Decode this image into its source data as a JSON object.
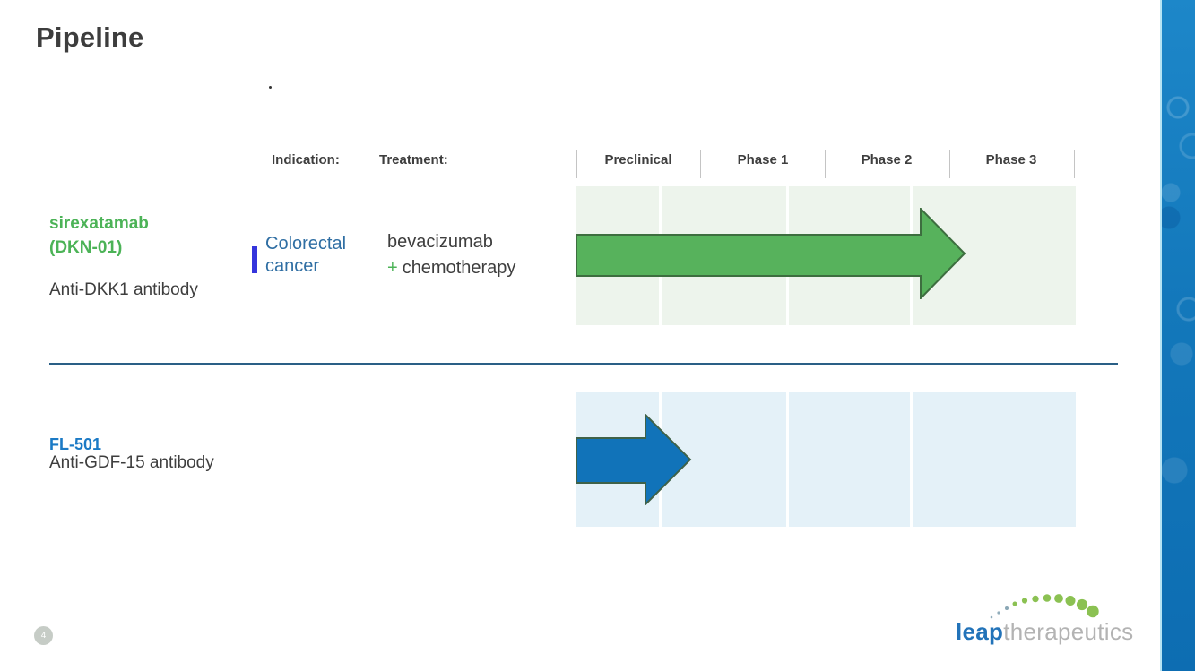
{
  "title": "Pipeline",
  "table": {
    "indication_label": "Indication:",
    "treatment_label": "Treatment:",
    "phases": [
      "Preclinical",
      "Phase 1",
      "Phase 2",
      "Phase 3"
    ]
  },
  "programs": [
    {
      "name_line1": "sirexatamab",
      "name_line2": "(DKN-01)",
      "description": "Anti-DKK1 antibody",
      "indication_line1": "Colorectal",
      "indication_line2": "cancer",
      "treatment_line1": "bevacizumab",
      "treatment_plus": "+",
      "treatment_line2": "chemotherapy",
      "arrow_fill": "#57B25C",
      "arrow_span": {
        "from": "Preclinical",
        "to": "Phase 2"
      }
    },
    {
      "name_line1": "FL-501",
      "description": "Anti-GDF-15 antibody",
      "arrow_fill": "#1173B9",
      "arrow_span": {
        "from": "Preclinical",
        "to": "Preclinical"
      }
    }
  ],
  "footer": {
    "page_number": "4"
  },
  "logo": {
    "brand": "leap",
    "suffix": "therapeutics"
  },
  "colors": {
    "program1_name": "#4CB357",
    "program2_name": "#1B7AC5",
    "indication_text": "#2F6EA3",
    "indication_bar": "#3535DC",
    "plus_sign": "#4CB357",
    "green_row_bg": "#EDF4EC",
    "blue_row_bg": "#E4F1F8",
    "green_arrow": "#57B25C",
    "blue_arrow": "#1173B9",
    "divider": "#2A5F86",
    "side_strip_blue": "#1075B9",
    "logo_brand_blue": "#2273B9",
    "logo_gray": "#B3B3B3",
    "logo_dot_green": "#8BC152"
  }
}
